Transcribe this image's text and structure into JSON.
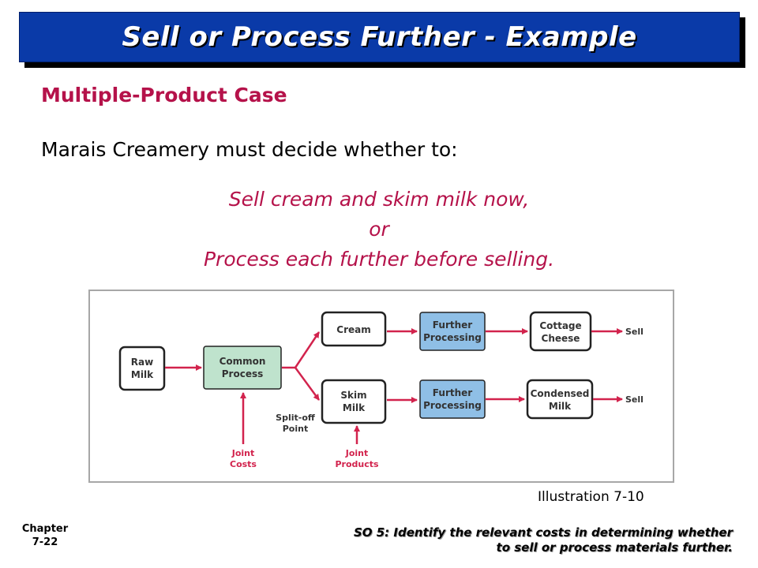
{
  "title": "Sell or Process Further - Example",
  "subtitle": "Multiple-Product Case",
  "intro": "Marais Creamery must decide whether to:",
  "options": {
    "line1": "Sell cream and skim milk now,",
    "line2": "or",
    "line3": "Process each further before selling."
  },
  "diagram": {
    "raw_milk": [
      "Raw",
      "Milk"
    ],
    "common_process": [
      "Common",
      "Process"
    ],
    "cream": "Cream",
    "skim_milk": [
      "Skim",
      "Milk"
    ],
    "further_processing_top": [
      "Further",
      "Processing"
    ],
    "further_processing_bottom": [
      "Further",
      "Processing"
    ],
    "cottage_cheese": [
      "Cottage",
      "Cheese"
    ],
    "condensed_milk": [
      "Condensed",
      "Milk"
    ],
    "sell_top": "Sell",
    "sell_bottom": "Sell",
    "split_off": [
      "Split-off",
      "Point"
    ],
    "joint_costs": [
      "Joint",
      "Costs"
    ],
    "joint_products": [
      "Joint",
      "Products"
    ],
    "colors": {
      "arrow": "#d2234d",
      "common_fill": "#bfe3cd",
      "processing_fill": "#8fbfe6"
    }
  },
  "caption": "Illustration 7-10",
  "chapter": [
    "Chapter",
    "7-22"
  ],
  "so_note": {
    "line1": "SO 5:  Identify the relevant costs in determining whether",
    "line2": "to sell or process materials further."
  }
}
